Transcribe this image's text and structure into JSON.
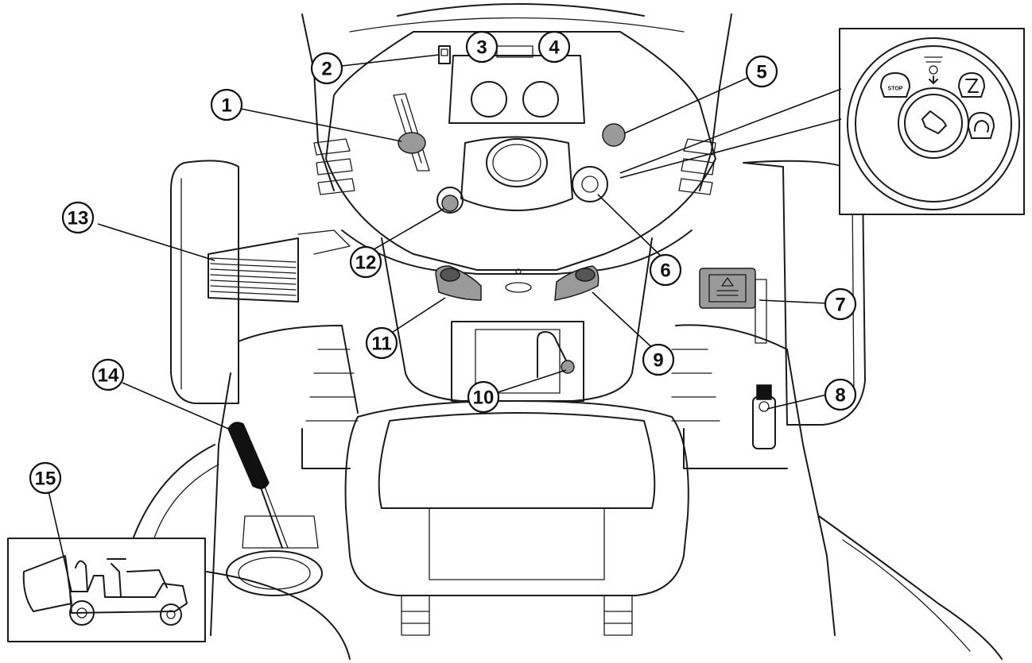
{
  "callouts": [
    {
      "id": "1",
      "label": "1"
    },
    {
      "id": "2",
      "label": "2"
    },
    {
      "id": "3",
      "label": "3"
    },
    {
      "id": "4",
      "label": "4"
    },
    {
      "id": "5",
      "label": "5"
    },
    {
      "id": "6",
      "label": "6"
    },
    {
      "id": "7",
      "label": "7"
    },
    {
      "id": "8",
      "label": "8"
    },
    {
      "id": "9",
      "label": "9"
    },
    {
      "id": "10",
      "label": "10"
    },
    {
      "id": "11",
      "label": "11"
    },
    {
      "id": "12",
      "label": "12"
    },
    {
      "id": "13",
      "label": "13"
    },
    {
      "id": "14",
      "label": "14"
    },
    {
      "id": "15",
      "label": "15"
    }
  ],
  "ignition_detail": {
    "stop_label": "STOP",
    "positions_icons": [
      "stop-icon",
      "lights-icon",
      "run-icon",
      "start-icon"
    ]
  },
  "colors": {
    "line": "#1a1a1a",
    "gray": "#9a9a9a",
    "background": "#ffffff"
  }
}
